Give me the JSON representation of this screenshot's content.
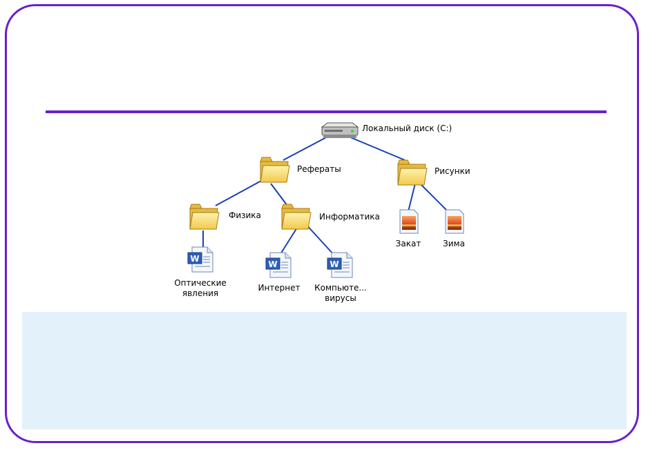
{
  "tree": {
    "root": {
      "label": "Локальный диск (C:)",
      "icon": "hard-drive-icon"
    },
    "folders": {
      "referaty": {
        "label": "Рефераты",
        "icon": "folder-icon"
      },
      "risunki": {
        "label": "Рисунки",
        "icon": "folder-icon"
      },
      "fizika": {
        "label": "Физика",
        "icon": "folder-icon"
      },
      "informatika": {
        "label": "Информатика",
        "icon": "folder-icon"
      }
    },
    "files": {
      "opticheskie": {
        "label_line1": "Оптические",
        "label_line2": "явления",
        "icon": "word-document-icon"
      },
      "internet": {
        "label": "Интернет",
        "icon": "word-document-icon"
      },
      "kompyuternye": {
        "label_line1": "Компьюте...",
        "label_line2": "вирусы",
        "icon": "word-document-icon"
      },
      "zakat": {
        "label": "Закат",
        "icon": "image-file-icon"
      },
      "zima": {
        "label": "Зима",
        "icon": "image-file-icon"
      }
    }
  },
  "colors": {
    "frame": "#6a1fc9",
    "connector": "#1a3fb5",
    "band": "#e3f1fb"
  }
}
